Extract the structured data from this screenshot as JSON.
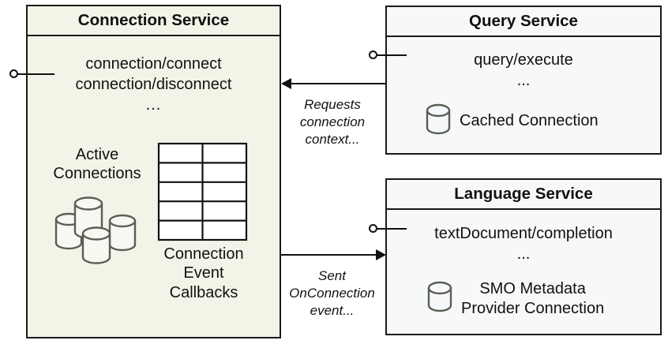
{
  "diagram": {
    "title": "Connection Service component diagram",
    "colors": {
      "connection_service_fill": "#f2f4e8",
      "remote_service_fill": "#f7f8fa",
      "stroke": "#111111",
      "icon_stroke": "#5a5f55",
      "icon_fill": "#f7f8f2"
    }
  },
  "connection_service": {
    "title": "Connection Service",
    "operations": [
      "connection/connect",
      "connection/disconnect",
      "..."
    ],
    "active_connections_label": "Active\nConnections",
    "active_connections_label_lines": [
      "Active",
      "Connections"
    ],
    "active_connections_icon": "database-cluster-icon",
    "active_connections_count": 4,
    "callbacks_label_lines": [
      "Connection",
      "Event",
      "Callbacks"
    ],
    "callbacks_icon": "table-grid-icon",
    "callbacks_table": {
      "rows": 5,
      "columns": 2
    },
    "interface_port": "provided-interface-lollipop"
  },
  "query_service": {
    "title": "Query Service",
    "operations": [
      "query/execute",
      "..."
    ],
    "store_icon": "database-cylinder-icon",
    "store_label_lines": [
      "Cached Connection"
    ],
    "interface_port": "provided-interface-lollipop"
  },
  "language_service": {
    "title": "Language Service",
    "operations": [
      "textDocument/completion",
      "..."
    ],
    "store_icon": "database-cylinder-icon",
    "store_label_lines": [
      "SMO Metadata",
      "Provider Connection"
    ],
    "interface_port": "provided-interface-lollipop"
  },
  "edges": [
    {
      "id": "query-to-connection",
      "from": "Query Service",
      "to": "Connection Service",
      "direction": "left",
      "label_lines": [
        "Requests",
        "connection",
        "context..."
      ]
    },
    {
      "id": "connection-to-language",
      "from": "Connection Service",
      "to": "Language Service",
      "direction": "right",
      "label_lines": [
        "Sent",
        "OnConnection",
        "event..."
      ]
    }
  ]
}
